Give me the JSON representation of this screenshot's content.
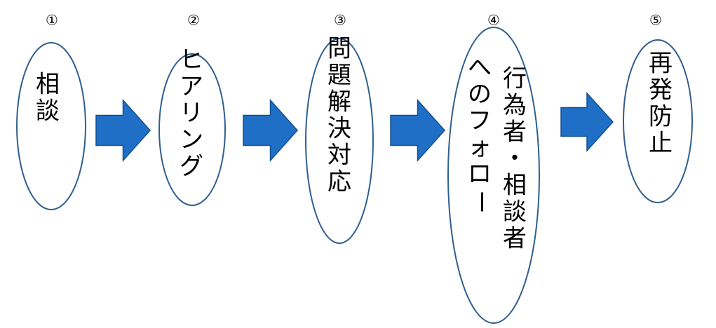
{
  "colors": {
    "ellipse_stroke": "#2f5f8f",
    "arrow_fill": "#1f6fc6",
    "arrow_stroke": "#15508f",
    "text": "#000000"
  },
  "steps": [
    {
      "number": "①",
      "columns": [
        "相談"
      ]
    },
    {
      "number": "②",
      "columns": [
        "ヒアリング"
      ]
    },
    {
      "number": "③",
      "columns": [
        "問題解決対応"
      ]
    },
    {
      "number": "④",
      "columns": [
        "行為者・相談者",
        "へのフォロー"
      ]
    },
    {
      "number": "⑤",
      "columns": [
        "再発防止"
      ]
    }
  ],
  "connectors": [
    {
      "from": "①",
      "to": "②",
      "icon": "arrow-right-icon"
    },
    {
      "from": "②",
      "to": "③",
      "icon": "arrow-right-icon"
    },
    {
      "from": "③",
      "to": "④",
      "icon": "arrow-right-icon"
    },
    {
      "from": "④",
      "to": "⑤",
      "icon": "arrow-right-icon"
    }
  ]
}
